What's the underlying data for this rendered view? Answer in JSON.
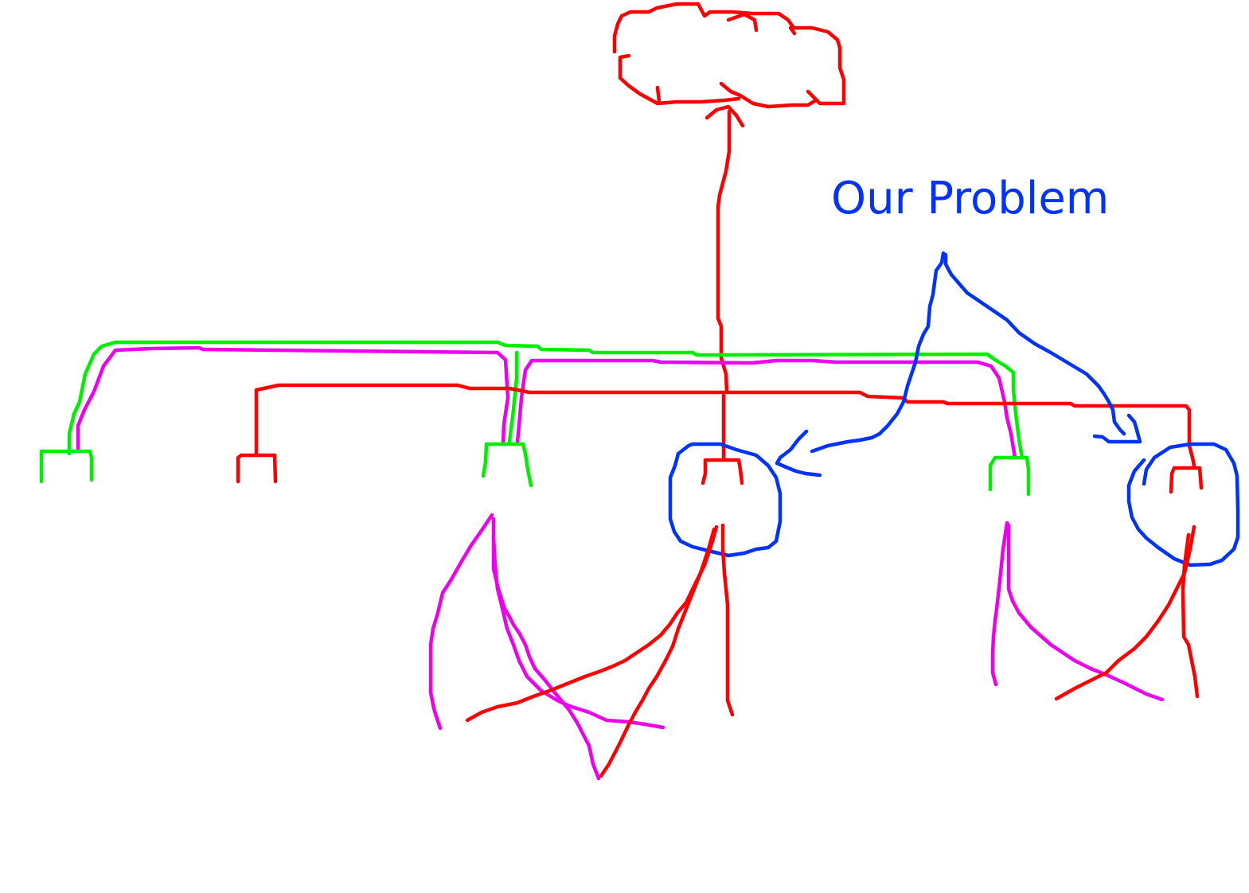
{
  "annotation": {
    "label": "Our Problem"
  },
  "colors": {
    "red": "#ff0000",
    "green": "#00ee00",
    "magenta": "#ee00ee",
    "blue": "#0033ff",
    "background": "#ffffff"
  },
  "nodes": {
    "cloud": {
      "shape": "cloud",
      "color": "red"
    },
    "junctions": [
      {
        "id": "j1",
        "color": "green",
        "highlighted": false
      },
      {
        "id": "j2",
        "color": "red",
        "highlighted": false
      },
      {
        "id": "j3",
        "color": "green",
        "highlighted": false
      },
      {
        "id": "j4",
        "color": "red",
        "highlighted": true
      },
      {
        "id": "j5",
        "color": "green",
        "highlighted": false
      },
      {
        "id": "j6",
        "color": "red",
        "highlighted": true
      }
    ]
  }
}
